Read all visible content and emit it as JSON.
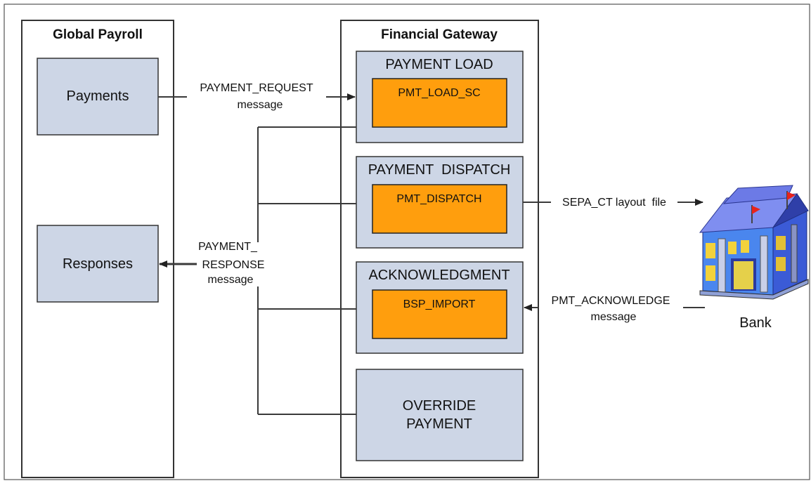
{
  "global_payroll": {
    "title": "Global Payroll",
    "payments_label": "Payments",
    "responses_label": "Responses"
  },
  "financial_gateway": {
    "title": "Financial Gateway",
    "payment_load": {
      "header": "PAYMENT LOAD",
      "process": "PMT_LOAD_SC"
    },
    "payment_dispatch": {
      "header": "PAYMENT  DISPATCH",
      "process": "PMT_DISPATCH"
    },
    "acknowledgment": {
      "header": "ACKNOWLEDGMENT",
      "process": "BSP_IMPORT"
    },
    "override_payment": {
      "line1": "OVERRIDE",
      "line2": "PAYMENT"
    }
  },
  "messages": {
    "payment_request": {
      "line1": "PAYMENT_REQUEST",
      "line2": "message"
    },
    "payment_response": {
      "line1": "PAYMENT_",
      "line2": "RESPONSE",
      "line3": "message"
    },
    "sepa_layout": "SEPA_CT layout  file",
    "pmt_acknowledge": {
      "line1": "PMT_ACKNOWLEDGE",
      "line2": "message"
    }
  },
  "bank": {
    "label": "Bank",
    "icon": "bank-building-icon"
  },
  "colors": {
    "box_fill": "#cdd6e6",
    "process_fill": "#ff9e0d",
    "border": "#333333",
    "line": "#3a3a3a"
  }
}
